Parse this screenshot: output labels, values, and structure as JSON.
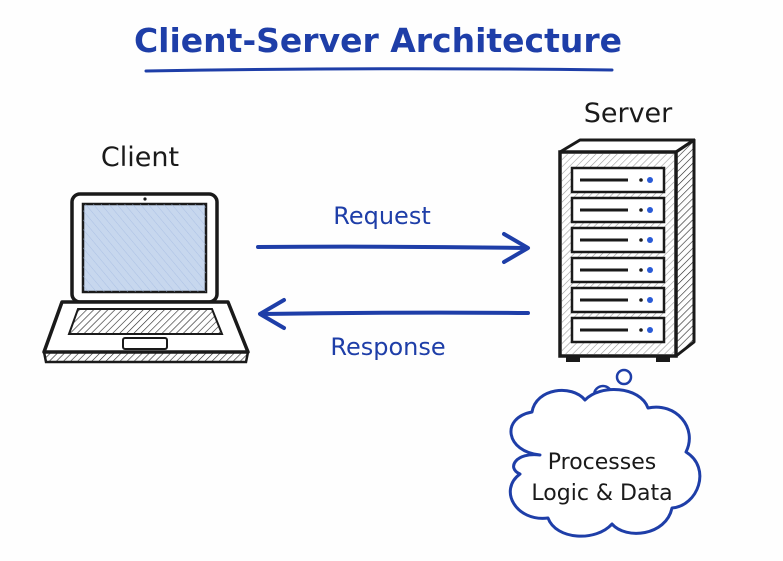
{
  "diagram": {
    "title": "Client-Server Architecture",
    "client_label": "Client",
    "server_label": "Server",
    "request_label": "Request",
    "response_label": "Response",
    "bubble_line1": "Processes",
    "bubble_line2": "Logic & Data"
  },
  "colors": {
    "ink": "#1a1a1a",
    "accent_blue": "#1e3ea8",
    "screen_blue": "#c7d7ee",
    "server_led": "#2a5bd7"
  },
  "icons": [
    "laptop-icon",
    "server-rack-icon",
    "thought-cloud-icon"
  ]
}
